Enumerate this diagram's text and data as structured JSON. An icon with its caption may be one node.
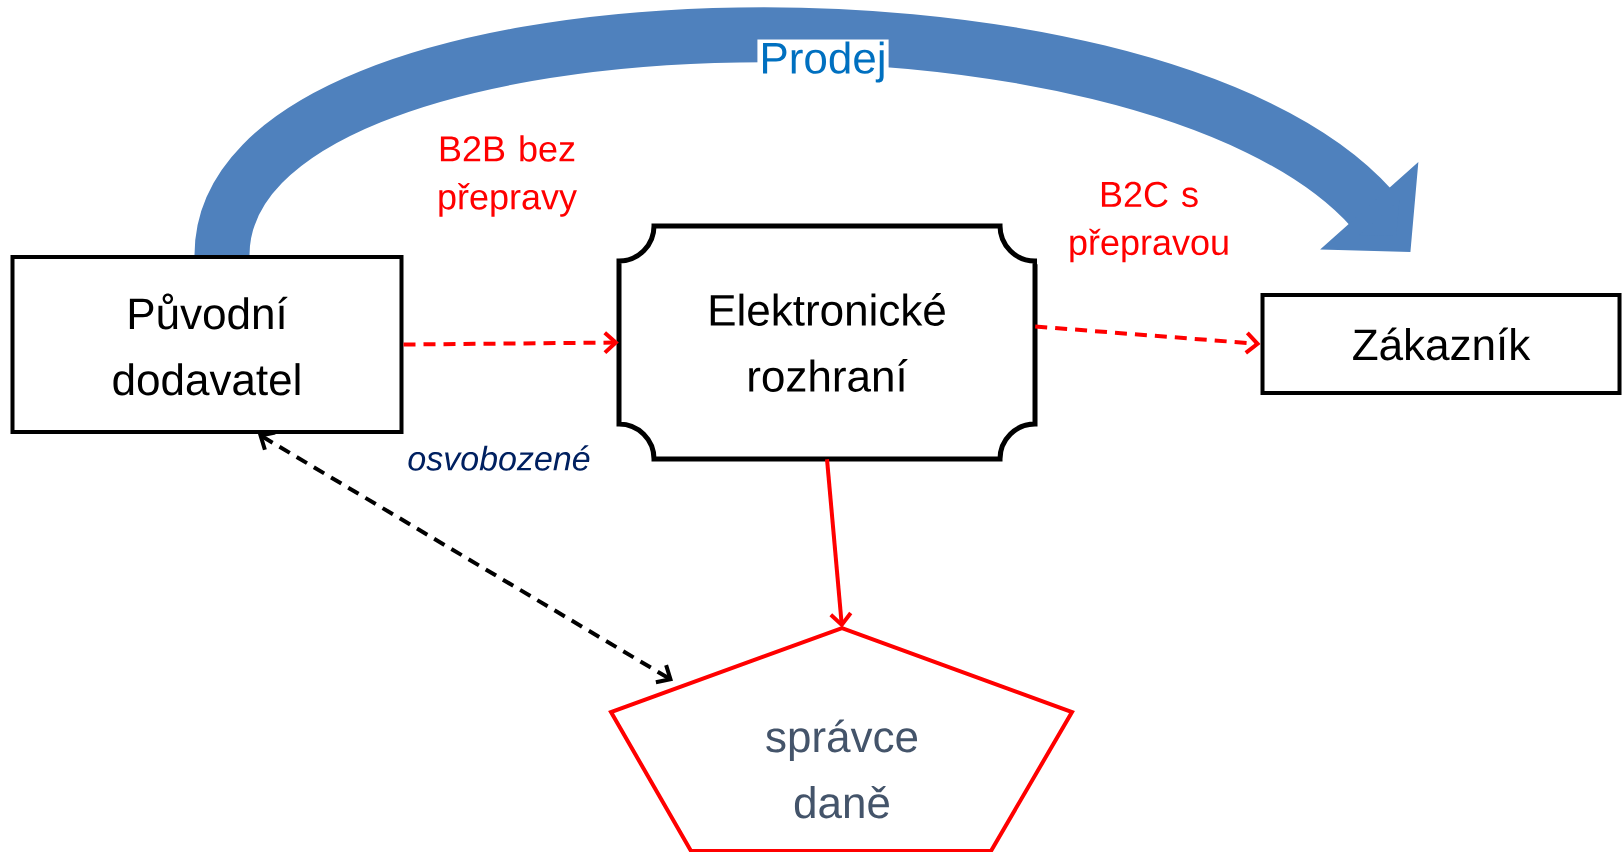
{
  "diagram": {
    "nodes": [
      {
        "text": [
          "Původní dodavatel"
        ]
      },
      {
        "text": [
          "Elektronické rozhraní"
        ]
      },
      {
        "text": [
          "Zákazník"
        ]
      },
      {
        "text": [
          "správce daně"
        ]
      }
    ],
    "edges": [
      {
        "from": 0,
        "to": 2,
        "arrow": "to",
        "label": "Prodej",
        "style": "thick",
        "color": "#4f81bd"
      },
      {
        "from": 0,
        "to": 1,
        "arrow": "to",
        "label": "B2B bez přepravy",
        "style": "dashed"
      },
      {
        "from": 1,
        "to": 2,
        "arrow": "to",
        "label": "B2C s přepravou",
        "style": "dashed"
      },
      {
        "from": 1,
        "to": 3,
        "arrow": "to"
      },
      {
        "from": 0,
        "to": 3,
        "arrow": "both",
        "label": "osvobozené",
        "style": "dashed",
        "color": "#000000"
      }
    ]
  }
}
